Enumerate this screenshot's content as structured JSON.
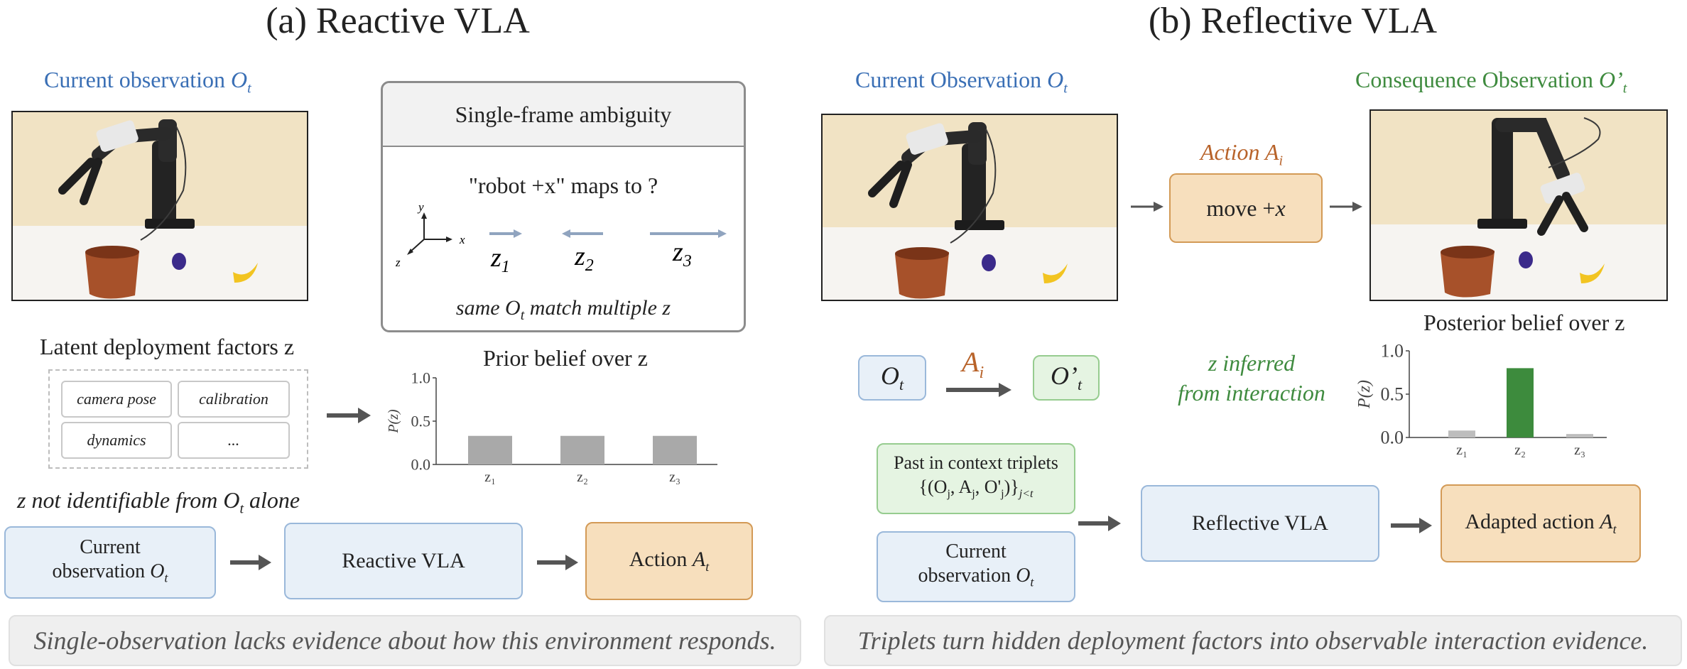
{
  "panel_a": {
    "title": "(a) Reactive VLA",
    "obs_label": "Current observation ",
    "obs_sym": "O",
    "obs_sub": "t",
    "ambiguity": {
      "header": "Single-frame ambiguity",
      "question": "\"robot +x\" maps to ?",
      "axis_x": "x",
      "axis_y": "y",
      "axis_z": "z",
      "z_labels": [
        "z",
        "z",
        "z"
      ],
      "z_subs": [
        "1",
        "2",
        "3"
      ],
      "footer_pre": "same ",
      "footer_sym": "O",
      "footer_sub": "t",
      "footer_post": " match multiple z"
    },
    "latent_title": "Latent deployment factors  z",
    "factors": [
      "camera pose",
      "calibration",
      "dynamics",
      "..."
    ],
    "prior_chart_title": "Prior belief over z",
    "not_identifiable_pre": "z not identifiable from ",
    "not_identifiable_sym": "O",
    "not_identifiable_sub": "t",
    "not_identifiable_post": " alone",
    "pipeline": {
      "obs_line1": "Current",
      "obs_line2": "observation ",
      "obs_sym": "O",
      "obs_sub": "t",
      "vla": "Reactive VLA",
      "action": "Action ",
      "action_sym": "A",
      "action_sub": "t"
    },
    "caption": "Single-observation lacks evidence about how this environment responds."
  },
  "panel_b": {
    "title": "(b) Reflective VLA",
    "obs_label": "Current Observation ",
    "obs_sym": "O",
    "obs_sub": "t",
    "cons_label": "Consequence Observation ",
    "cons_sym": "O’",
    "cons_sub": "t",
    "action_label": "Action ",
    "action_sym": "A",
    "action_sub": "i",
    "move_label": "move +",
    "move_sym": "x",
    "triplet_o": "O",
    "triplet_o_sub": "t",
    "triplet_a": "A",
    "triplet_a_sub": "i",
    "triplet_o2": "O’",
    "triplet_o2_sub": "t",
    "inferred_line1": "z inferred",
    "inferred_line2": "from interaction",
    "posterior_chart_title": "Posterior belief over z",
    "past_line1": "Past in context triplets",
    "past_line2": "{(O",
    "past_line2_j1": "j",
    "past_line2_mid": ", A",
    "past_line2_j2": "j",
    "past_line2_mid2": ", O'",
    "past_line2_j3": "j",
    "past_line2_end": ")}",
    "past_line2_sub": "j<t",
    "obs_line1": "Current",
    "obs_line2": "observation ",
    "obs2_sym": "O",
    "obs2_sub": "t",
    "vla": "Reflective VLA",
    "adapted": "Adapted action ",
    "adapted_sym": "A",
    "adapted_sub": "t",
    "caption": "Triplets turn hidden deployment factors into observable interaction evidence."
  },
  "colors": {
    "blue_text": "#3a6fb5",
    "green_text": "#3f8b3f",
    "orange_text": "#b8632a",
    "prior_bar": "#a9a9a9",
    "posterior_highlight": "#3d8b3d",
    "posterior_other": "#bdbdbd",
    "axis_arrow": "#90a4bf"
  },
  "chart_data": [
    {
      "type": "bar",
      "title": "Prior belief over z",
      "categories": [
        "z₁",
        "z₂",
        "z₃"
      ],
      "values": [
        0.33,
        0.33,
        0.33
      ],
      "ylabel": "P(z)",
      "yticks": [
        "1.0",
        "0.5",
        "0.0"
      ],
      "ylim": [
        0,
        1
      ]
    },
    {
      "type": "bar",
      "title": "Posterior belief over z",
      "categories": [
        "z₁",
        "z₂",
        "z₃"
      ],
      "values": [
        0.08,
        0.8,
        0.04
      ],
      "ylabel": "P(z)",
      "yticks": [
        "1.0",
        "0.5",
        "0.0"
      ],
      "ylim": [
        0,
        1
      ]
    }
  ]
}
